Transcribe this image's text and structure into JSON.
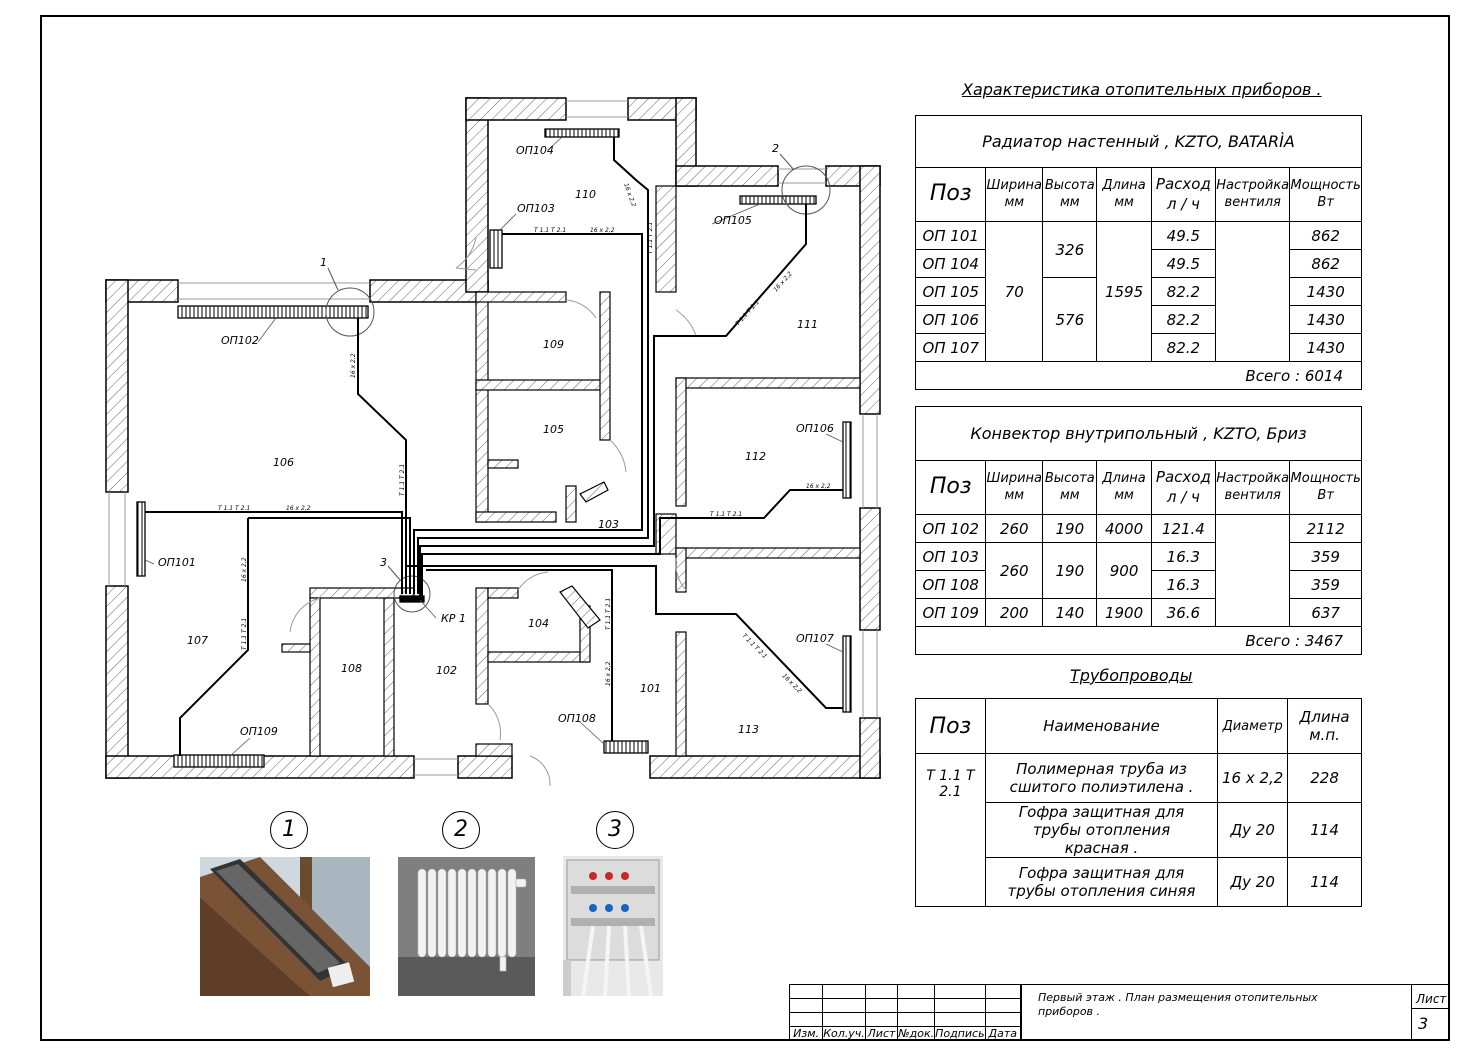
{
  "plan": {
    "rooms": [
      "101",
      "102",
      "103",
      "104",
      "105",
      "106",
      "107",
      "108",
      "109",
      "110",
      "111",
      "112",
      "113"
    ],
    "devices": {
      "op101": "ОП101",
      "op102": "ОП102",
      "op103": "ОП103",
      "op104": "ОП104",
      "op105": "ОП105",
      "op106": "ОП106",
      "op107": "ОП107",
      "op108": "ОП108",
      "op109": "ОП109",
      "kp1": "КР 1"
    },
    "callouts": [
      "1",
      "2",
      "3"
    ],
    "pipe_label": "Т 1.1 Т 2.1",
    "pipe_size": "16 х 2,2"
  },
  "radiators": {
    "title": "Характеристика отопительных приборов .",
    "name": "Радиатор настенный , KZTO, BATARÌA",
    "headers": [
      "Поз",
      "Ширина мм",
      "Высота мм",
      "Длина мм",
      "Расход л / ч",
      "Настройка вентиля",
      "Мощность Вт"
    ],
    "pos": [
      "ОП 101",
      "ОП 104",
      "ОП 105",
      "ОП 106",
      "ОП 107"
    ],
    "width": "70",
    "height": [
      "326",
      "576"
    ],
    "length": "1595",
    "flow": [
      "49.5",
      "49.5",
      "82.2",
      "82.2",
      "82.2"
    ],
    "power": [
      "862",
      "862",
      "1430",
      "1430",
      "1430"
    ],
    "total": "Всего :  6014"
  },
  "convectors": {
    "name": "Конвектор внутрипольный , KZTO,  Бриз",
    "headers": [
      "Поз",
      "Ширина мм",
      "Высота мм",
      "Длина мм",
      "Расход л / ч",
      "Настройка вентиля",
      "Мощность Вт"
    ],
    "rows": [
      {
        "pos": "ОП 102",
        "w": "260",
        "h": "190",
        "l": "4000",
        "flow": "121.4",
        "power": "2112"
      },
      {
        "pos": "ОП 103",
        "w": "260",
        "h": "190",
        "l": "900",
        "flow": "16.3",
        "power": "359"
      },
      {
        "pos": "ОП 108",
        "w": "",
        "h": "",
        "l": "",
        "flow": "16.3",
        "power": "359"
      },
      {
        "pos": "ОП 109",
        "w": "200",
        "h": "140",
        "l": "1900",
        "flow": "36.6",
        "power": "637"
      }
    ],
    "total": "Всего : 3467"
  },
  "pipes": {
    "title": "Трубопроводы",
    "headers": [
      "Поз",
      "Наименование",
      "Диаметр",
      "Длина м.п."
    ],
    "pos": "Т 1.1 Т 2.1",
    "rows": [
      {
        "name": "Полимерная труба из сшитого полиэтилена .",
        "diam": "16 х 2,2",
        "len": "228"
      },
      {
        "name": "Гофра защитная для трубы отопления красная .",
        "diam": "Ду  20",
        "len": "114"
      },
      {
        "name": "Гофра защитная для трубы отопления синяя",
        "diam": "Ду  20",
        "len": "114"
      }
    ]
  },
  "photos": {
    "labels": [
      "1",
      "2",
      "3"
    ]
  },
  "stamp": {
    "cols": [
      "Изм.",
      "Кол.уч.",
      "Лист",
      "№док.",
      "Подпись",
      "Дата"
    ],
    "title": "Первый этаж . План размещения отопительных приборов .",
    "sheet_label": "Лист",
    "sheet_num": "3"
  }
}
